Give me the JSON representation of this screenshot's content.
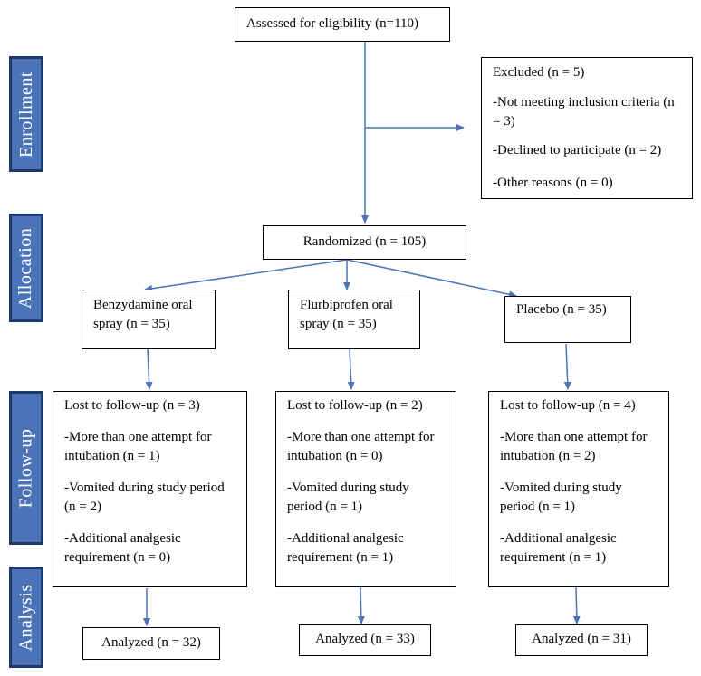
{
  "stages": {
    "enrollment": "Enrollment",
    "allocation": "Allocation",
    "follow_up": "Follow-up",
    "analysis": "Analysis"
  },
  "assessed": "Assessed for eligibility (n=110)",
  "excluded": {
    "title": "Excluded (n = 5)",
    "reason1": "-Not meeting inclusion criteria (n = 3)",
    "reason2": "-Declined to participate (n = 2)",
    "reason3": "-Other reasons (n = 0)"
  },
  "randomized": "Randomized (n = 105)",
  "groups": [
    {
      "name": "Benzydamine oral spray (n = 35)",
      "lost": "Lost to follow-up (n = 3)",
      "r1": "-More than one attempt for intubation (n = 1)",
      "r2": "-Vomited during study period (n = 2)",
      "r3": "-Additional analgesic requirement (n = 0)",
      "analyzed": "Analyzed (n = 32)"
    },
    {
      "name": "Flurbiprofen oral spray (n = 35)",
      "lost": "Lost to follow-up (n = 2)",
      "r1": "-More than one attempt for intubation (n = 0)",
      "r2": "-Vomited during study period (n = 1)",
      "r3": "-Additional analgesic requirement (n = 1)",
      "analyzed": "Analyzed (n = 33)"
    },
    {
      "name": "Placebo (n = 35)",
      "lost": "Lost to follow-up (n = 4)",
      "r1": "-More than one attempt for intubation (n = 2)",
      "r2": "-Vomited during study period (n = 1)",
      "r3": "-Additional analgesic requirement (n = 1)",
      "analyzed": "Analyzed (n = 31)"
    }
  ],
  "colors": {
    "stage_fill": "#4a73b8",
    "stage_border": "#1f3a66",
    "arrow": "#4a73b8"
  }
}
